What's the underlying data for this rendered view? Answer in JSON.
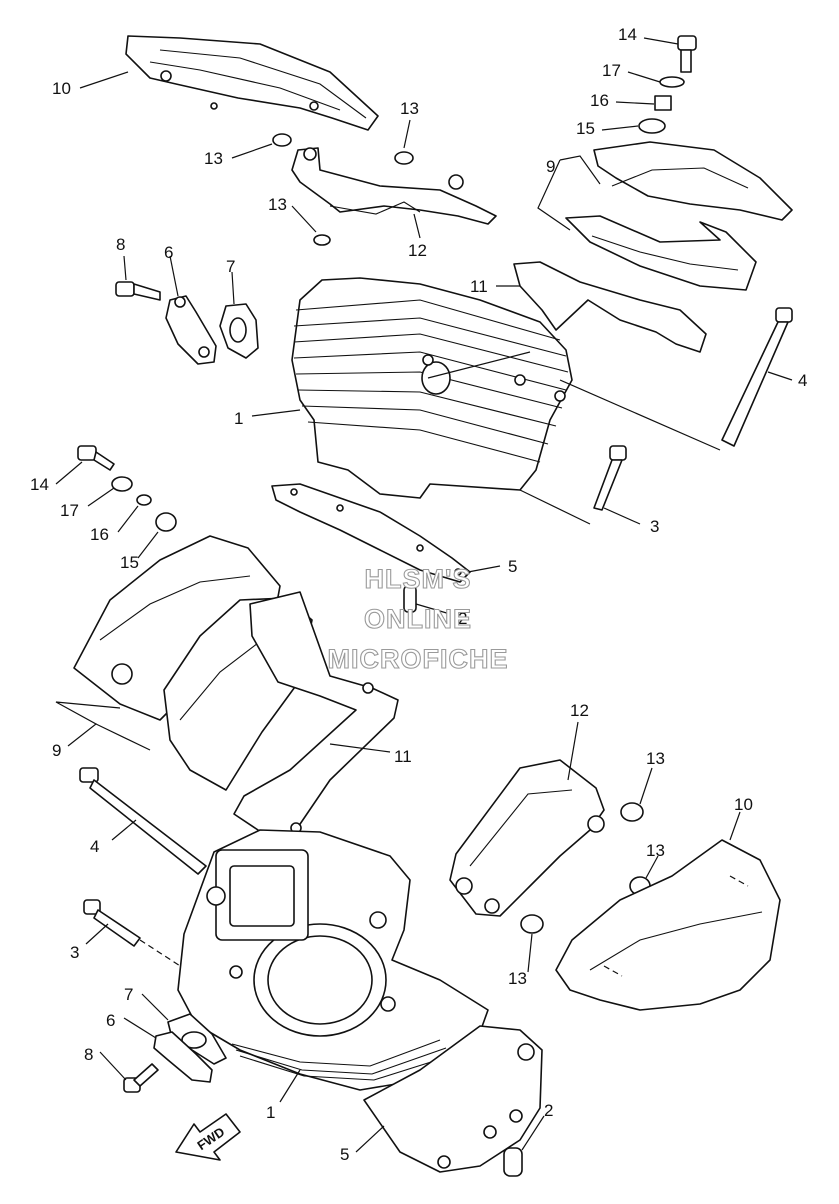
{
  "watermark": {
    "line1": "HLSM'S",
    "line2": "ONLINE",
    "line3": "MICROFICHE"
  },
  "fwd_arrow_label": "FWD",
  "callouts": {
    "rear": [
      "1",
      "2",
      "3",
      "4",
      "5",
      "6",
      "7",
      "8",
      "9",
      "10",
      "11",
      "12",
      "13",
      "13",
      "13",
      "14",
      "15",
      "16",
      "17"
    ],
    "front": [
      "1",
      "2",
      "3",
      "4",
      "5",
      "6",
      "7",
      "8",
      "9",
      "10",
      "11",
      "12",
      "13",
      "13",
      "13",
      "14",
      "15",
      "16",
      "17"
    ]
  }
}
